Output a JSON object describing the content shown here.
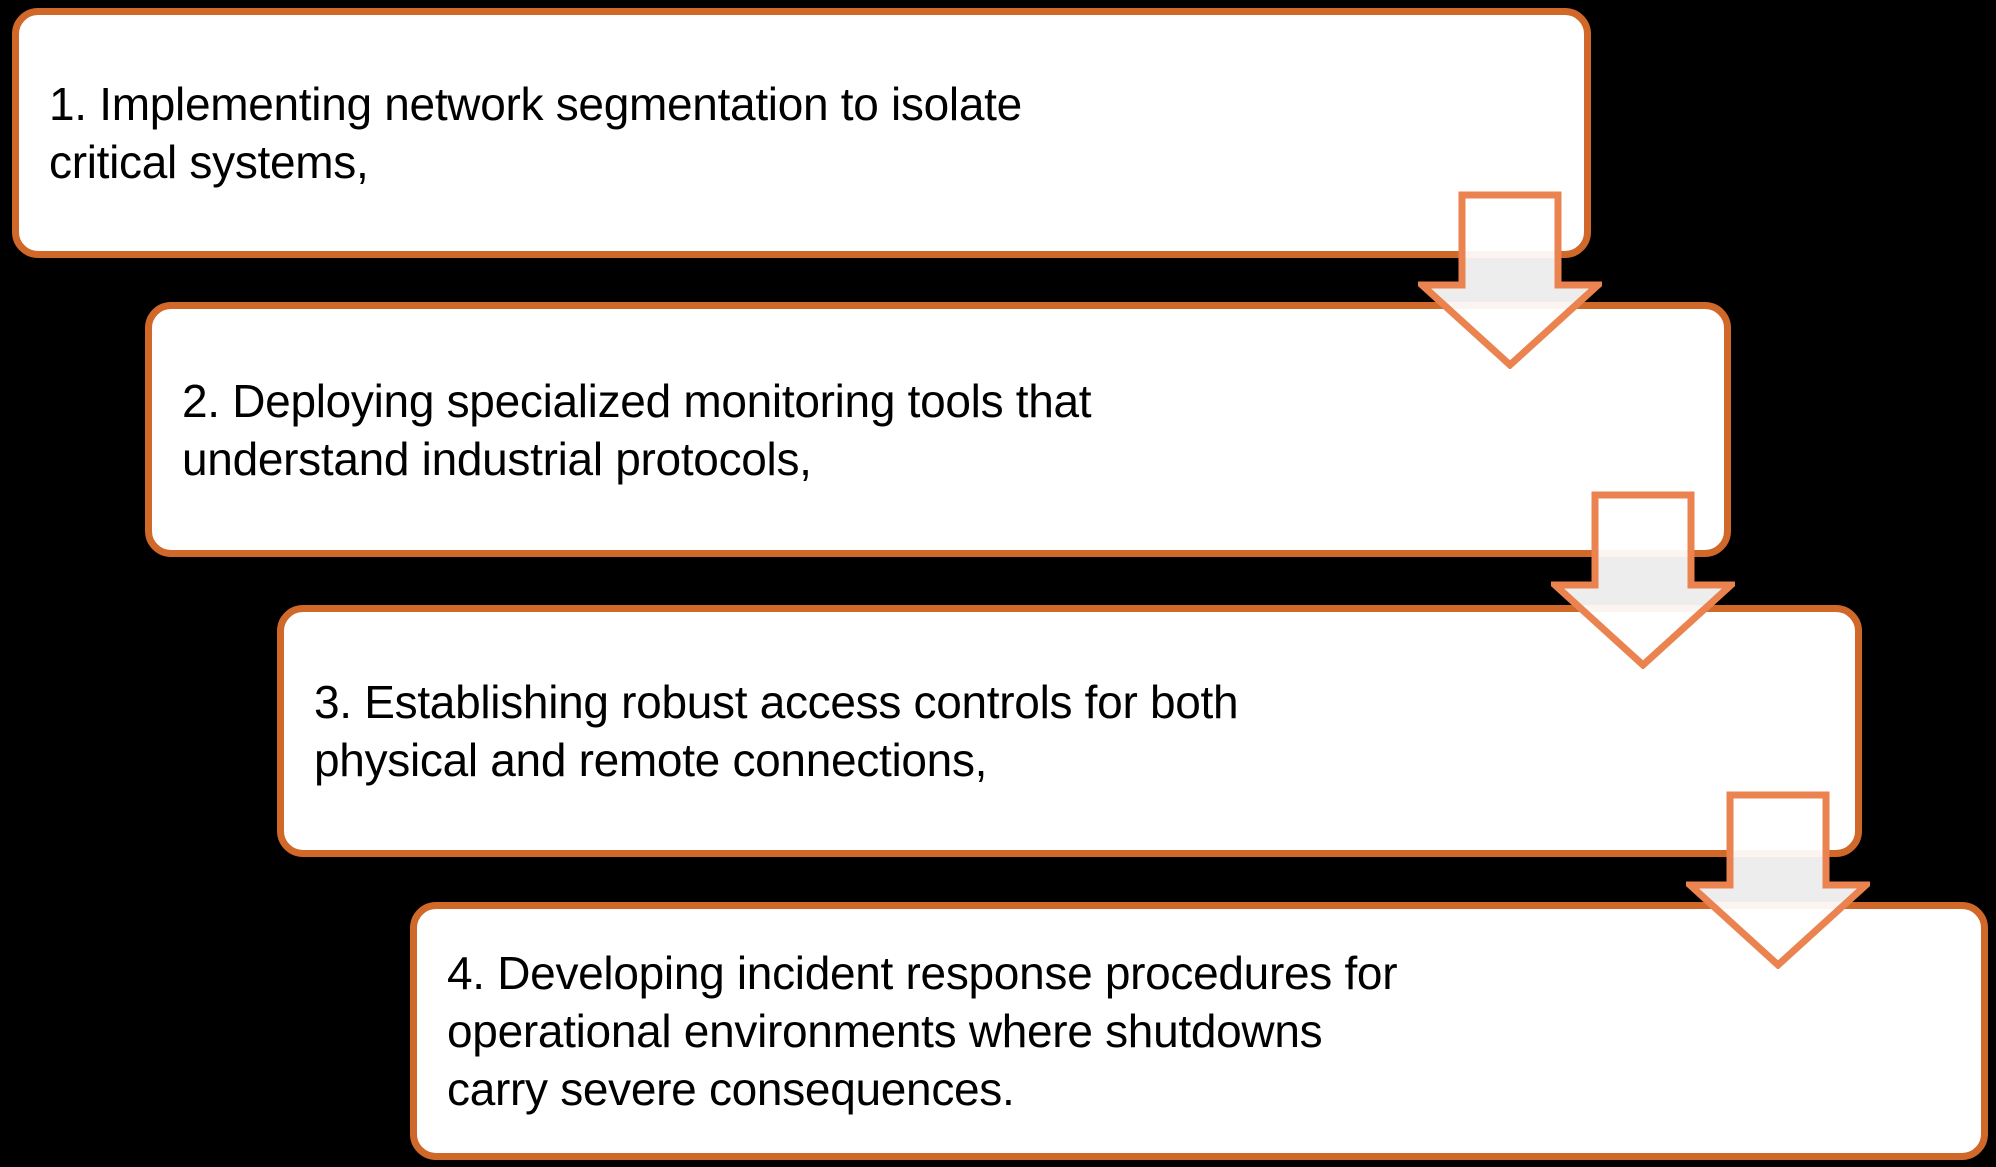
{
  "diagram": {
    "background_color": "#000000",
    "box_fill": "#FFFFFF",
    "box_border_color": "#D0682A",
    "arrow_outline_color": "#EA834F",
    "arrow_fill": "rgba(255,255,255,0.93)",
    "text_color": "#000000",
    "steps": [
      {
        "text": "1. Implementing network segmentation to isolate\ncritical systems,"
      },
      {
        "text": "2. Deploying specialized monitoring tools that\nunderstand industrial protocols,"
      },
      {
        "text": "3. Establishing robust access controls for both\nphysical and remote connections,"
      },
      {
        "text": "4. Developing incident response procedures for\noperational environments where shutdowns\ncarry severe consequences."
      }
    ],
    "connectors": [
      {
        "icon": "down-block-arrow",
        "from": 1,
        "to": 2
      },
      {
        "icon": "down-block-arrow",
        "from": 2,
        "to": 3
      },
      {
        "icon": "down-block-arrow",
        "from": 3,
        "to": 4
      }
    ]
  }
}
